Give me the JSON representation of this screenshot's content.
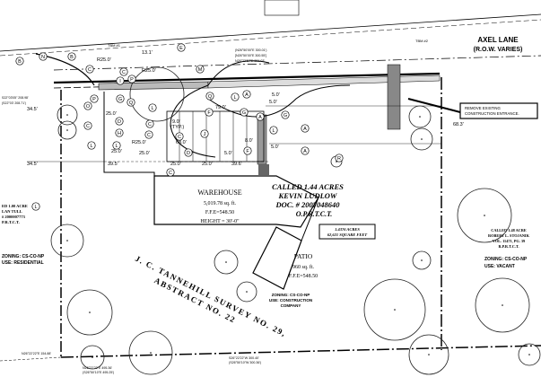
{
  "street": {
    "name": "AXEL LANE",
    "row": "(R.O.W. VARIES)"
  },
  "top_tag": "TBM #1",
  "top_tag_right": "TBM #2",
  "bearings_top": [
    "(N26°50'00\"E 300.01')",
    "[N26°50'00\"E 300.55']",
    "N26°22'57\"E 301.03'"
  ],
  "warehouse": {
    "title": "WAREHOUSE",
    "area": "5,019.78 sq. ft.",
    "ffe": "F.F.E=548.50",
    "height": "HEIGHT = 30'-0\""
  },
  "patio": {
    "title": "PATIO",
    "area": "960 sq. ft.",
    "ffe": "F.F.E=548.50"
  },
  "subject_tract": {
    "line1": "CALLED 1.44 ACRES",
    "line2": "KEVIN LUDLOW",
    "line3": "DOC. # 2007048640",
    "line4": "O.P.R.T.C.T.",
    "acres": "1.4376 ACRES",
    "sqft": "62,621 SQUARE FEET"
  },
  "subject_zoning": {
    "zoning": "ZONING: CS-CO-NP",
    "use": "USE: CONSTRUCTION",
    "use2": "COMPANY"
  },
  "survey": {
    "line1": "J. C. TANNEHILL SURVEY NO. 29,",
    "line2": "ABSTRACT NO. 22"
  },
  "left_tract": {
    "line1": "ED 1.00 ACRE",
    "line2": "LAN TULL",
    "line3": "# 2000007773",
    "line4": "P.R.T.C.T.",
    "zoning": "ZONING: CS-CO-NP",
    "use": "USE: RESIDENTIAL"
  },
  "right_tract": {
    "line1": "CALLED 1.48 ACRE",
    "line2": "ROBERT L. STOJANIK",
    "line3": "VOL. 11471, PG. 39",
    "line4": "R.P.R.T.C.T.",
    "zoning": "ZONING: CS-CO-NP",
    "use": "USE: VACANT"
  },
  "note": {
    "line1": "REMOVE EXISTING",
    "line2": "CONSTRUCTION ENTRANCE."
  },
  "bearings_bottom": [
    "S26°22'22\"W 300.40'",
    "(S26°50'10\"W 300.36')",
    "N26°22'22\"E 495.36'",
    "(S26°50'10\"E 495.25')",
    "N26°22'22\"E 154.88'"
  ],
  "bearings_left": [
    "S22°03'05\" 208.98'",
    "(S22°03' 208.71')"
  ],
  "dimensions": [
    "34.5'",
    "25.0'",
    "79.0'",
    "5.0'",
    "13.1'",
    "R25.0'",
    "R25.0'",
    "9.0'",
    "(TYP.)",
    "25.0'",
    "63.0'",
    "8.0'",
    "5.0'",
    "34.5'",
    "39.5'",
    "25.0'",
    "25.0'",
    "39.6'",
    "R25.0'",
    "5.0'",
    "68.3'",
    "25.0'",
    "5.0'"
  ],
  "callouts": [
    "B",
    "N",
    "C",
    "C",
    "E",
    "M",
    "I",
    "P",
    "G",
    "Q",
    "A",
    "P",
    "O",
    "G",
    "Q",
    "L",
    "C",
    "F",
    "G",
    "D",
    "C",
    "H",
    "C",
    "L",
    "J",
    "L",
    "F",
    "L",
    "D",
    "C",
    "A",
    "A",
    "R",
    "A",
    "C",
    "L",
    "L",
    "B"
  ]
}
